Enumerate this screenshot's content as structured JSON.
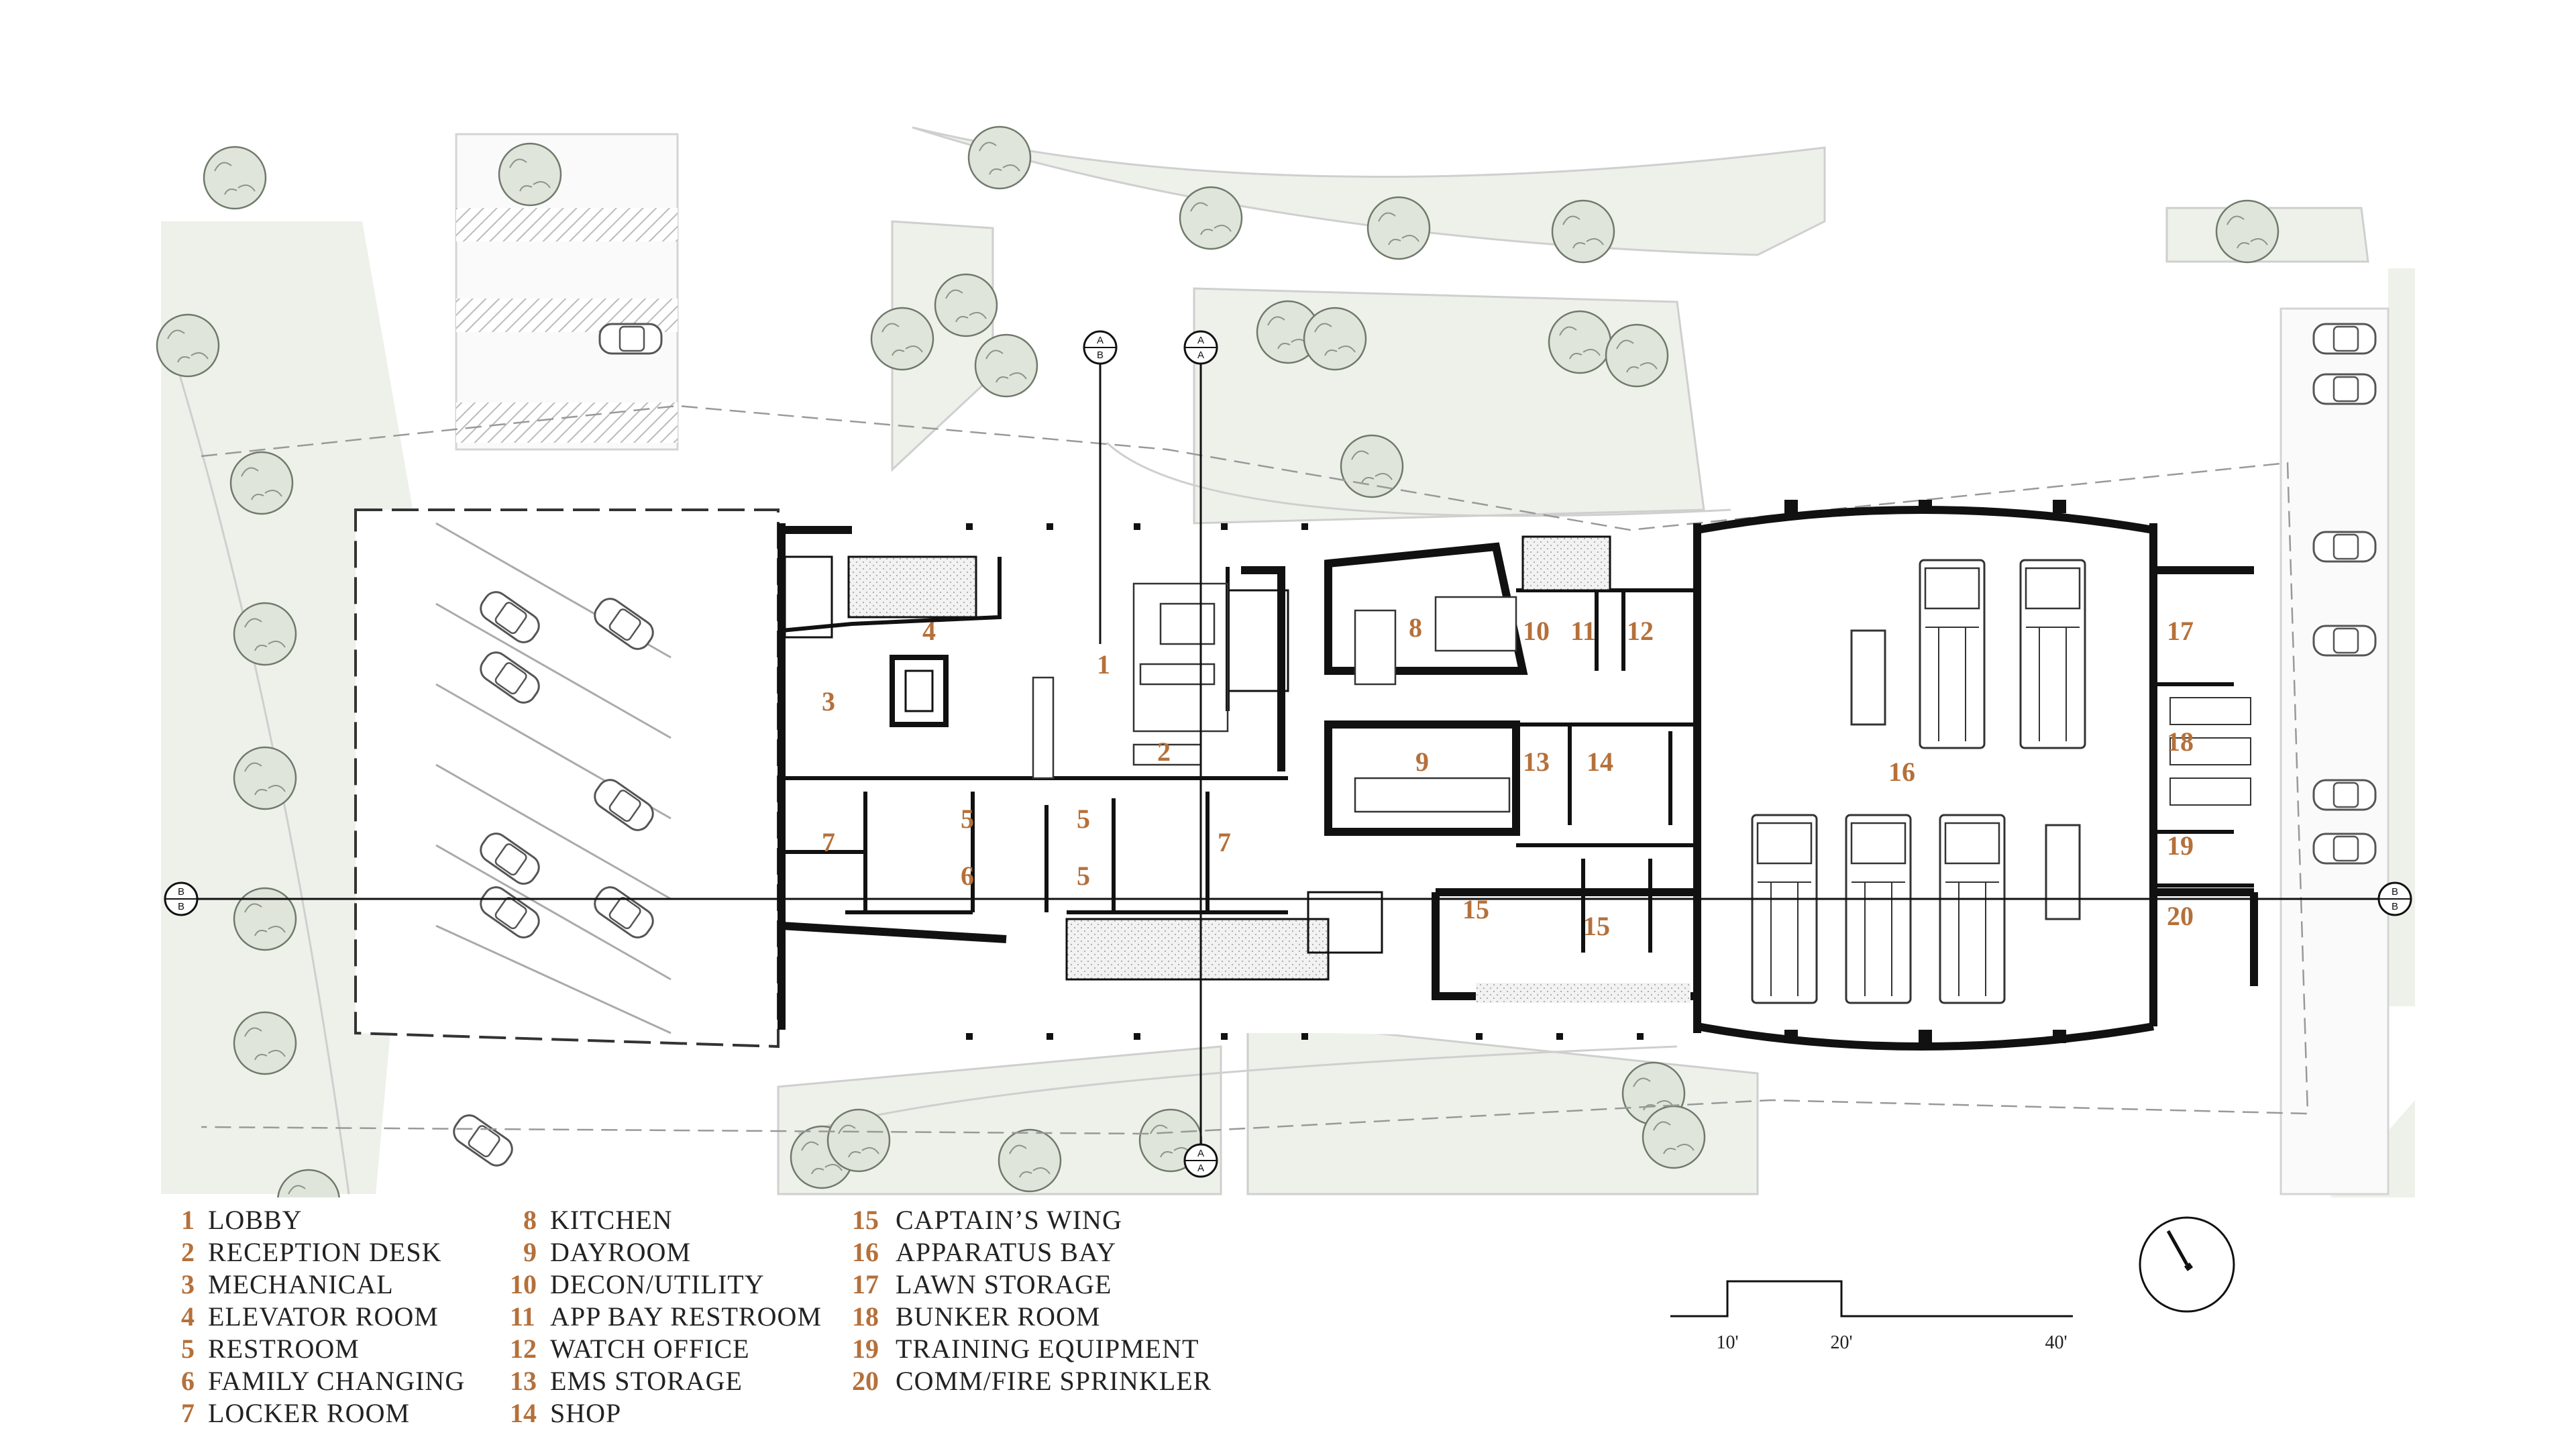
{
  "rooms": [
    {
      "num": "1",
      "name": "LOBBY"
    },
    {
      "num": "2",
      "name": "RECEPTION DESK"
    },
    {
      "num": "3",
      "name": "MECHANICAL"
    },
    {
      "num": "4",
      "name": "ELEVATOR ROOM"
    },
    {
      "num": "5",
      "name": "RESTROOM"
    },
    {
      "num": "6",
      "name": "FAMILY CHANGING"
    },
    {
      "num": "7",
      "name": "LOCKER ROOM"
    },
    {
      "num": "8",
      "name": "KITCHEN"
    },
    {
      "num": "9",
      "name": "DAYROOM"
    },
    {
      "num": "10",
      "name": "DECON/UTILITY"
    },
    {
      "num": "11",
      "name": "APP BAY RESTROOM"
    },
    {
      "num": "12",
      "name": "WATCH OFFICE"
    },
    {
      "num": "13",
      "name": "EMS STORAGE"
    },
    {
      "num": "14",
      "name": "SHOP"
    },
    {
      "num": "15",
      "name": "CAPTAIN’S WING"
    },
    {
      "num": "16",
      "name": "APPARATUS BAY"
    },
    {
      "num": "17",
      "name": "LAWN STORAGE"
    },
    {
      "num": "18",
      "name": "BUNKER ROOM"
    },
    {
      "num": "19",
      "name": "TRAINING EQUIPMENT"
    },
    {
      "num": "20",
      "name": "COMM/FIRE SPRINKLER"
    }
  ],
  "scale": {
    "labels": [
      "10'",
      "20'",
      "40'"
    ]
  },
  "section_markers": {
    "a_top": "A",
    "b_bottom": "B",
    "b_top": "B",
    "b_lower": "B",
    "a_bottom": "A"
  },
  "colors": {
    "room_number": "#b5703a",
    "landscape": "#eef1ea",
    "tree": "#dfe5da",
    "wall": "#111111",
    "legend_text": "#222222"
  }
}
